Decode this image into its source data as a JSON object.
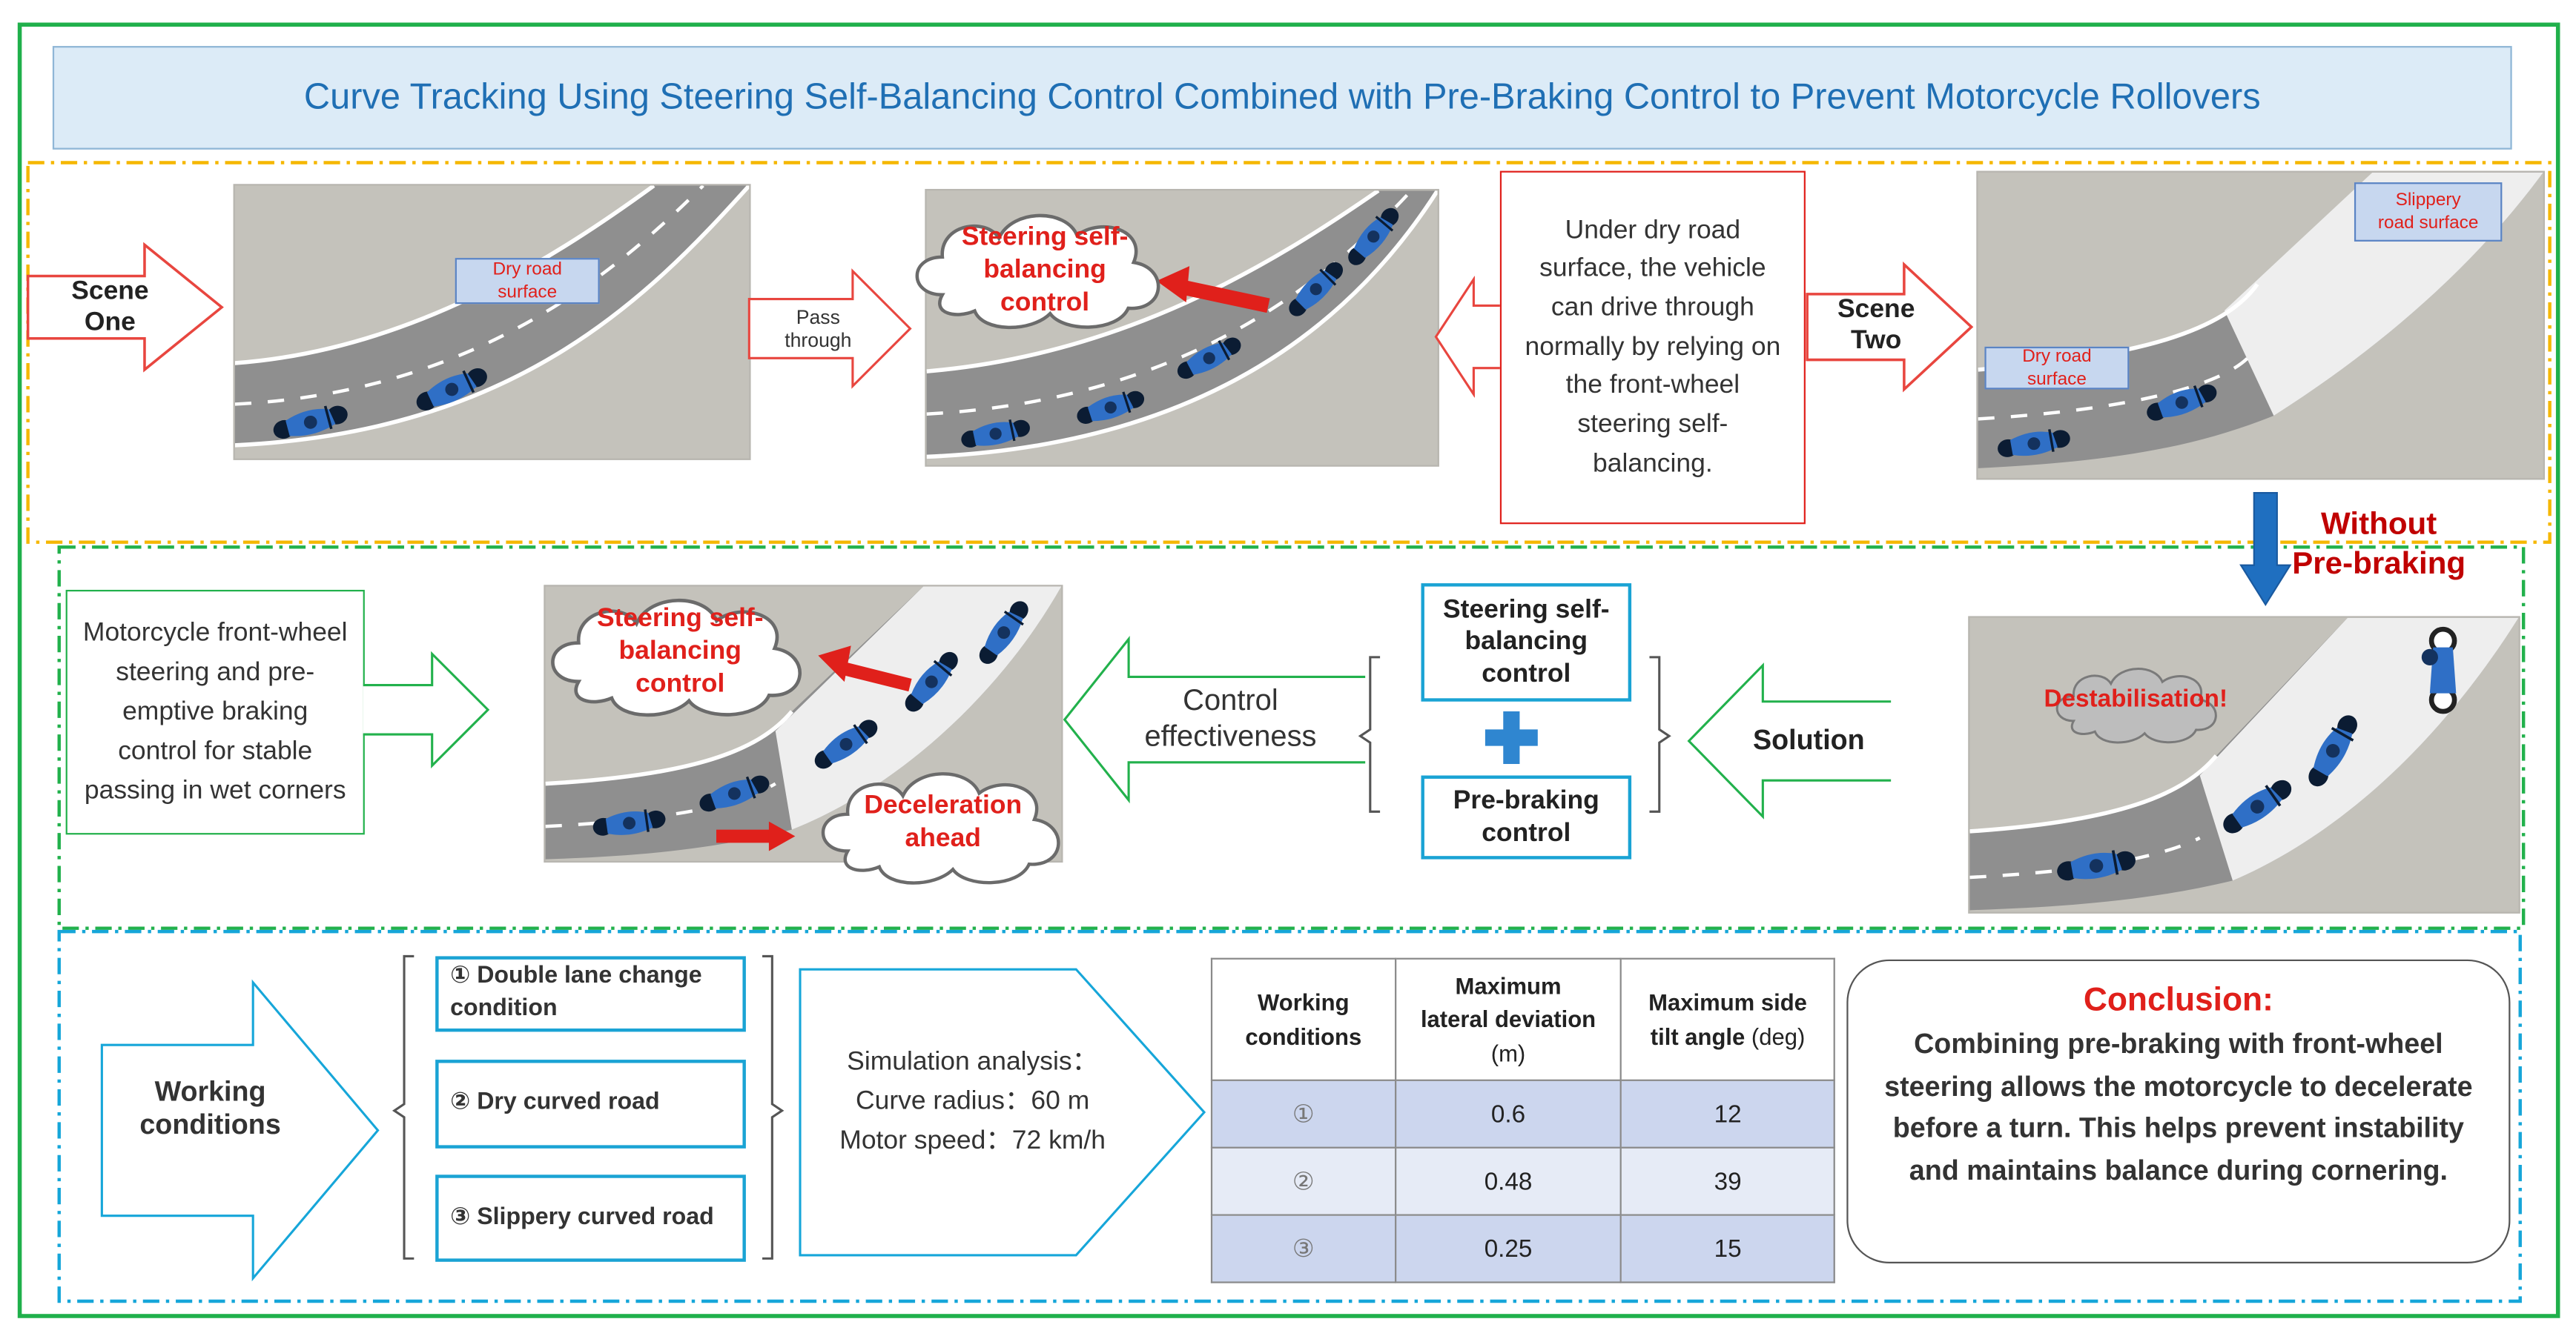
{
  "title": "Curve Tracking Using Steering Self-Balancing Control Combined with Pre-Braking Control to Prevent Motorcycle Rollovers",
  "scene_one": {
    "label": "Scene\nOne",
    "road_label": "Dry road\nsurface",
    "pass_label": "Pass\nthrough",
    "cloud": "Steering self-\nbalancing\ncontrol",
    "explanation": "Under dry road surface, the vehicle can drive through normally by relying on the front-wheel steering self-balancing."
  },
  "scene_two": {
    "label": "Scene\nTwo",
    "slippery_label": "Slippery\nroad surface",
    "dry_label": "Dry road\nsurface",
    "without_label": "Without\nPre-braking",
    "destabilisation": "Destabilisation!"
  },
  "solution_row": {
    "summary": "Motorcycle front-wheel steering and pre-emptive braking control for stable passing in wet corners",
    "cloud_steering": "Steering self-\nbalancing\ncontrol",
    "cloud_decel": "Deceleration\nahead",
    "control_effectiveness": "Control\neffectiveness",
    "steering_box": "Steering self-\nbalancing\ncontrol",
    "prebraking_box": "Pre-braking\ncontrol",
    "solution_label": "Solution"
  },
  "conditions_row": {
    "working_conditions": "Working\nconditions",
    "conditions": [
      "① Double lane change\ncondition",
      "② Dry curved road",
      "③ Slippery curved road"
    ],
    "simulation": {
      "heading": "Simulation analysis：",
      "radius": "Curve radius：60 m",
      "speed": "Motor speed：72 km/h"
    },
    "table": {
      "headers": [
        "Working\nconditions",
        "Maximum\nlateral deviation",
        "Maximum side\ntilt angle"
      ],
      "units": [
        "",
        "(m)",
        "(deg)"
      ],
      "rows": [
        [
          "①",
          "0.6",
          "12"
        ],
        [
          "②",
          "0.48",
          "39"
        ],
        [
          "③",
          "0.25",
          "15"
        ]
      ]
    },
    "conclusion_title": "Conclusion:",
    "conclusion_text": "Combining pre-braking with front-wheel steering allows the motorcycle to decelerate before a turn. This helps prevent instability and maintains balance during cornering."
  },
  "colors": {
    "outer_frame": "#20b04b",
    "top_frame": "#f5b700",
    "middle_frame": "#22b14c",
    "bottom_frame": "#16a6d9",
    "title_text": "#1f6fb4",
    "title_bg": "#dcebf7",
    "accent_red": "#e0201b",
    "dark_red": "#c00000",
    "arrow_blue": "#1f6fc0",
    "cross_blue": "#2f86d0",
    "road": "#8f8f8f",
    "wet_road": "#eeeeee",
    "grass": "#c4c2bb"
  }
}
